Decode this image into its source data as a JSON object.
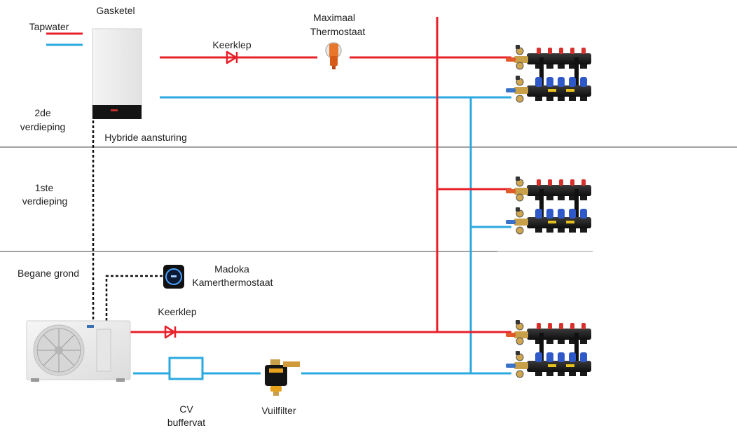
{
  "labels": {
    "gasketel": "Gasketel",
    "tapwater": "Tapwater",
    "keerklep_top": "Keerklep",
    "maximaal": "Maximaal",
    "thermostaat": "Thermostaat",
    "floor2_line1": "2de",
    "floor2_line2": "verdieping",
    "hybride": "Hybride aansturing",
    "floor1_line1": "1ste",
    "floor1_line2": "verdieping",
    "ground": "Begane grond",
    "madoka_line1": "Madoka",
    "madoka_line2": "Kamerthermostaat",
    "keerklep_bottom": "Keerklep",
    "cv_line1": "CV",
    "cv_line2": "buffervat",
    "vuilfilter": "Vuilfilter"
  },
  "colors": {
    "supply": "#e8202a",
    "return": "#2aa9e0",
    "divider": "#444444",
    "control": "#111111"
  },
  "icons": {
    "boiler": "boiler-icon",
    "heat_pump": "heat-pump-icon",
    "check_valve": "check-valve-icon",
    "thermostat_valve": "max-thermostat-icon",
    "room_thermostat": "room-thermostat-icon",
    "buffer_tank": "buffer-tank-icon",
    "dirt_filter": "dirt-filter-icon",
    "manifold": "manifold-icon"
  }
}
